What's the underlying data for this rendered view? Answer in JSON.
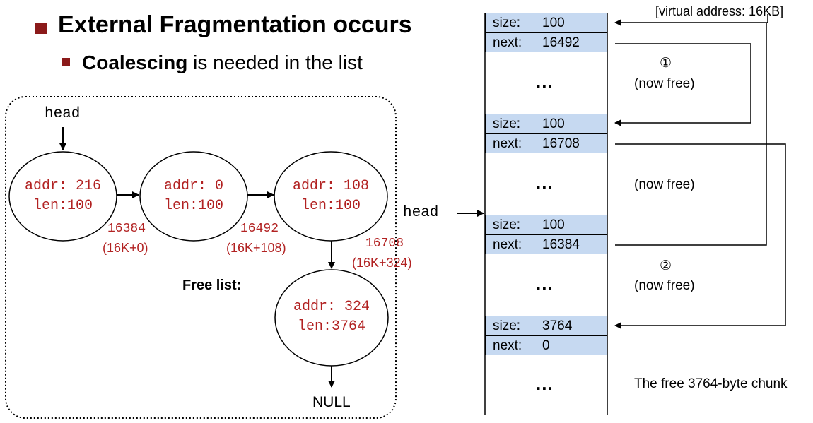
{
  "heading": {
    "main": "External Fragmentation occurs",
    "sub_bold": "Coalescing",
    "sub_rest": " is needed in the list"
  },
  "free_list": {
    "head_label": "head",
    "caption": "Free list:",
    "null_label": "NULL",
    "nodes": [
      {
        "addr": "addr: 216",
        "len": "len:100"
      },
      {
        "addr": "addr: 0",
        "len": "len:100"
      },
      {
        "addr": "addr: 108",
        "len": "len:100"
      },
      {
        "addr": "addr: 324",
        "len": "len:3764"
      }
    ],
    "links": [
      {
        "value": "16384",
        "expr": "(16K+0)"
      },
      {
        "value": "16492",
        "expr": "(16K+108)"
      },
      {
        "value": "16708",
        "expr": "(16K+324)"
      }
    ]
  },
  "heap": {
    "va_label": "[virtual address: 16KB]",
    "head_label": "head",
    "ellipsis": "...",
    "blocks": [
      {
        "size_label": "size:",
        "size": "100",
        "next_label": "next:",
        "next": "16492"
      },
      {
        "size_label": "size:",
        "size": "100",
        "next_label": "next:",
        "next": "16708"
      },
      {
        "size_label": "size:",
        "size": "100",
        "next_label": "next:",
        "next": "16384"
      },
      {
        "size_label": "size:",
        "size": "3764",
        "next_label": "next:",
        "next": "0"
      }
    ],
    "notes": {
      "step1": "①",
      "step2": "②",
      "now_free_1": "(now free)",
      "now_free_2": "(now free)",
      "now_free_3": "(now free)",
      "free_chunk": "The free 3764-byte chunk"
    }
  },
  "colors": {
    "bullet": "#8b1a1a",
    "red_text": "#b22222",
    "cell_fill": "#c6d9f1"
  }
}
